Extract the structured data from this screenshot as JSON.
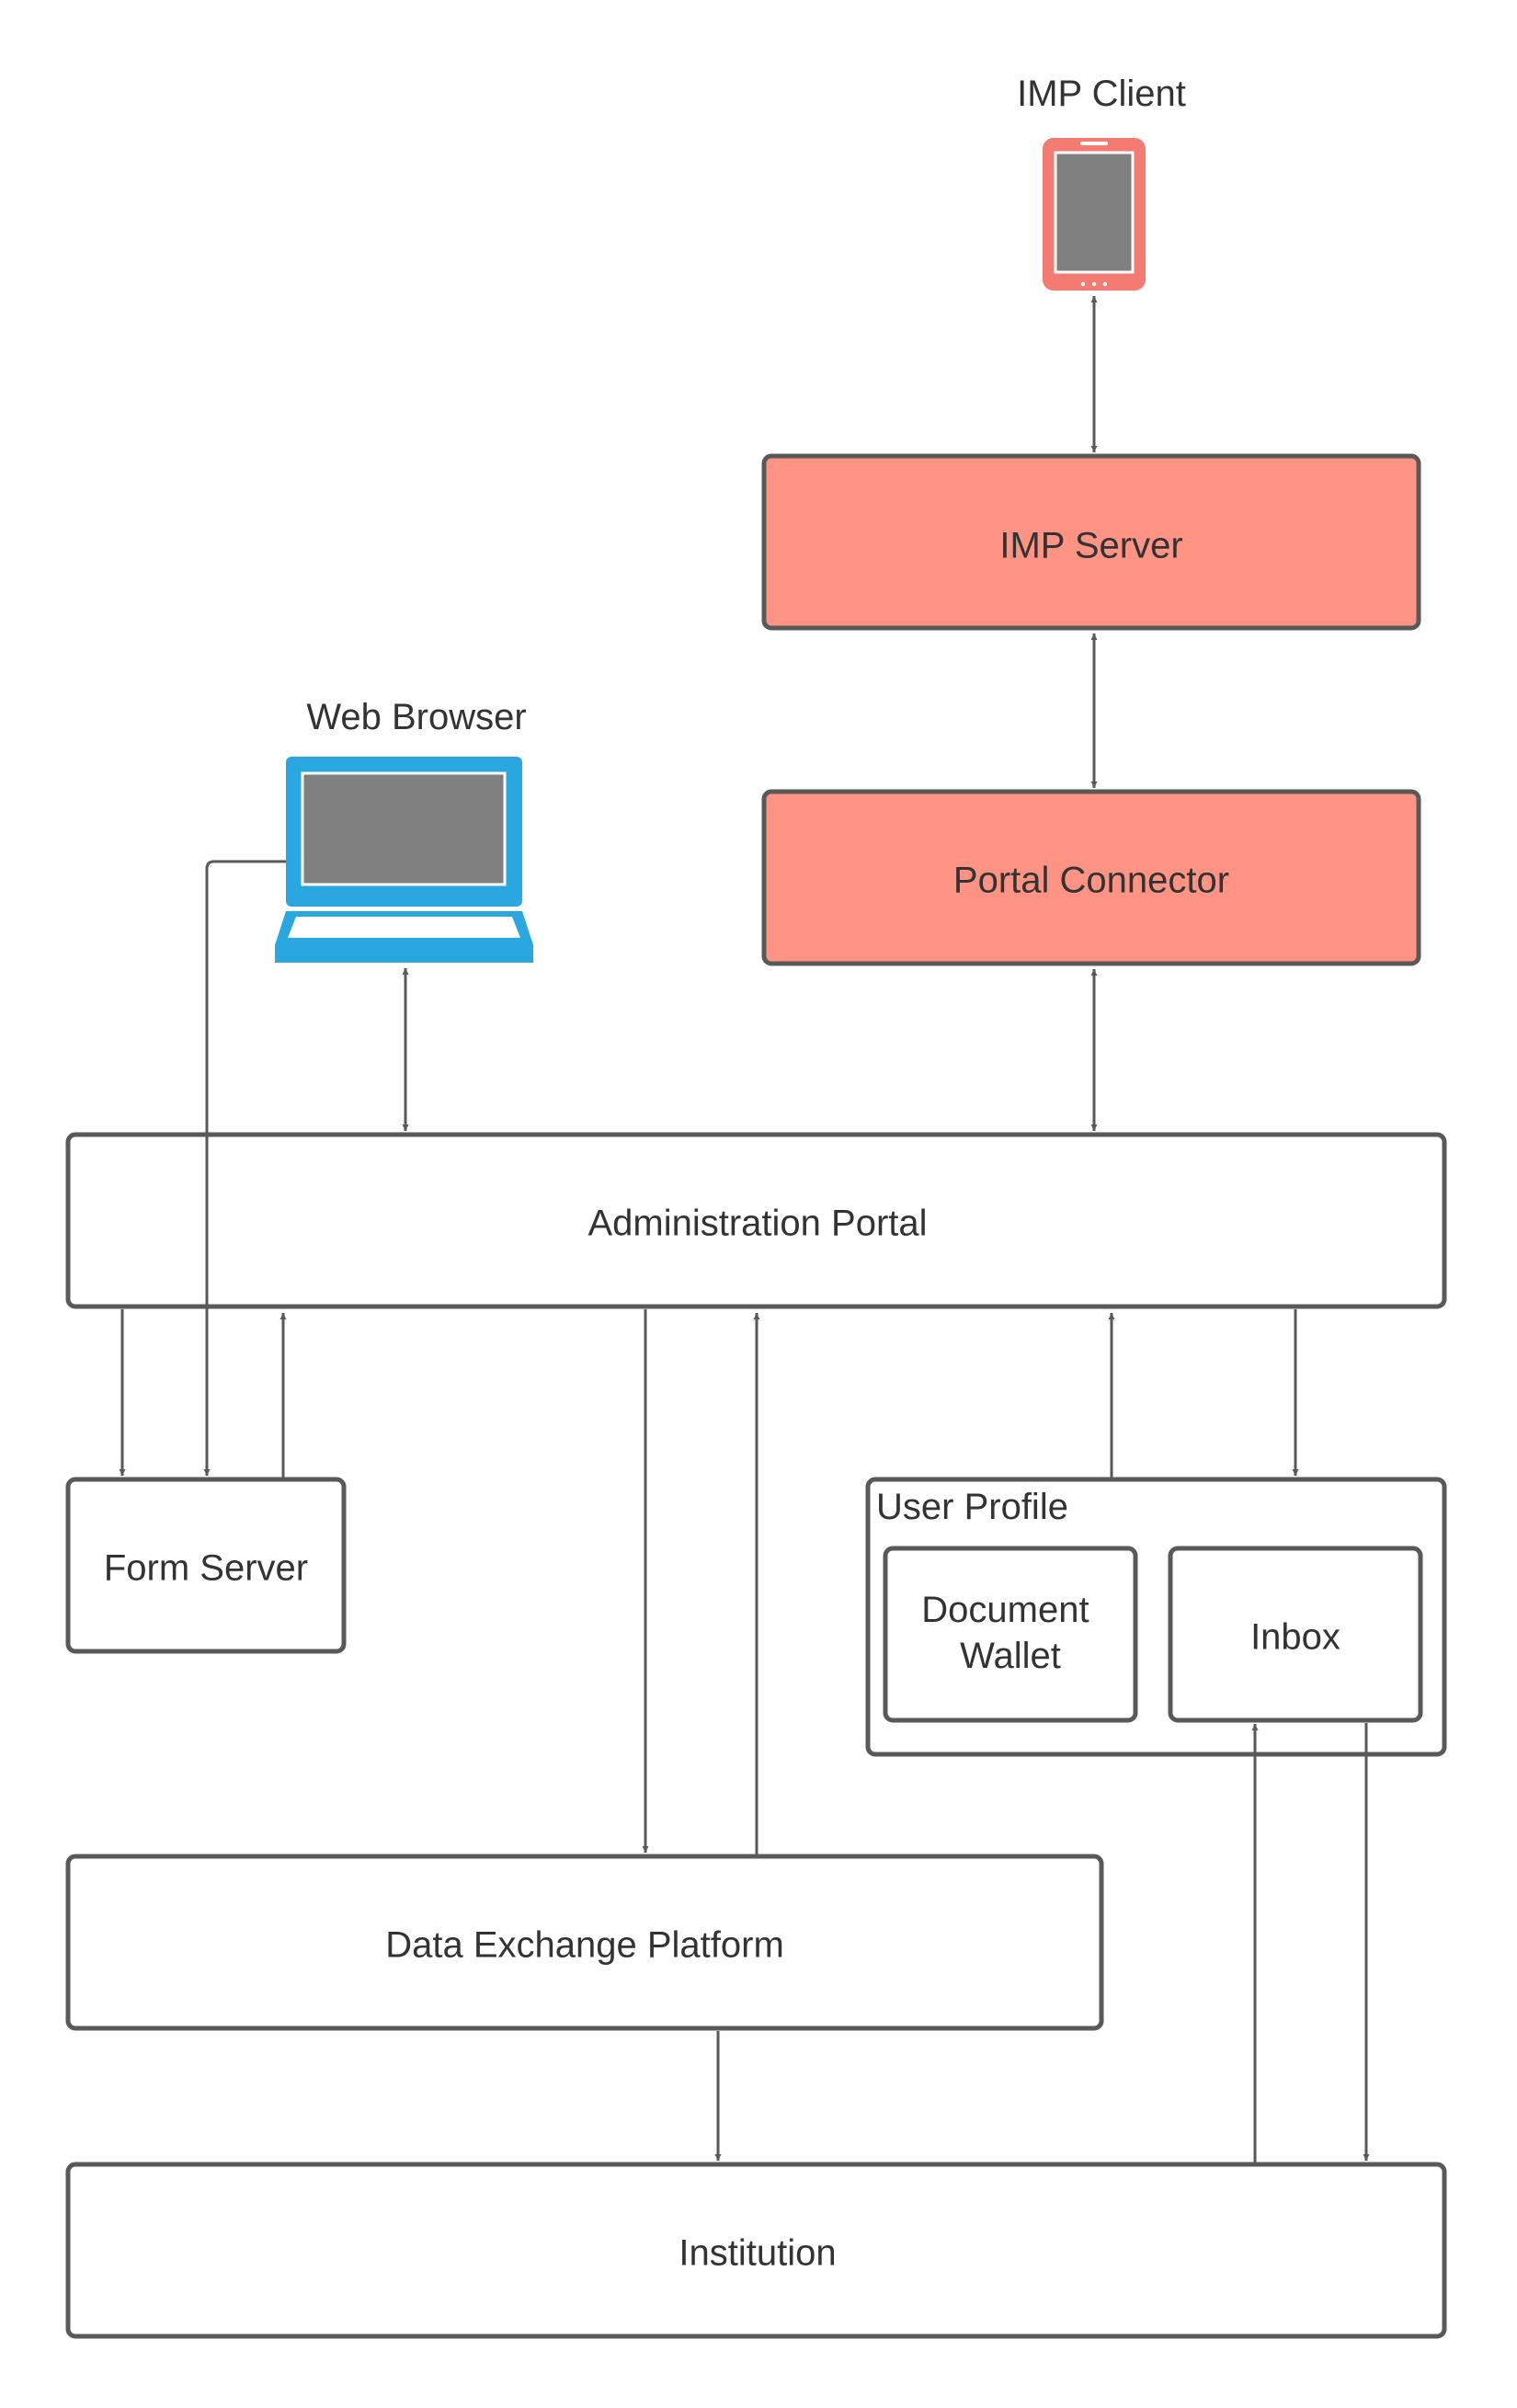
{
  "labels": {
    "imp_client": "IMP Client",
    "web_browser": "Web Browser",
    "imp_server": "IMP Server",
    "portal_connector": "Portal Connector",
    "administration_portal": "Administration Portal",
    "form_server": "Form Server",
    "user_profile": "User Profile",
    "document_wallet_line1": "Document",
    "document_wallet_line2": "Wallet",
    "inbox": "Inbox",
    "data_exchange_platform": "Data Exchange Platform",
    "institution": "Institution"
  },
  "colors": {
    "node_stroke": "#595959",
    "highlight_fill": "#ff9384",
    "laptop": "#29a8e0",
    "phone": "#f47b72",
    "screen": "#808080",
    "text": "#333333"
  }
}
